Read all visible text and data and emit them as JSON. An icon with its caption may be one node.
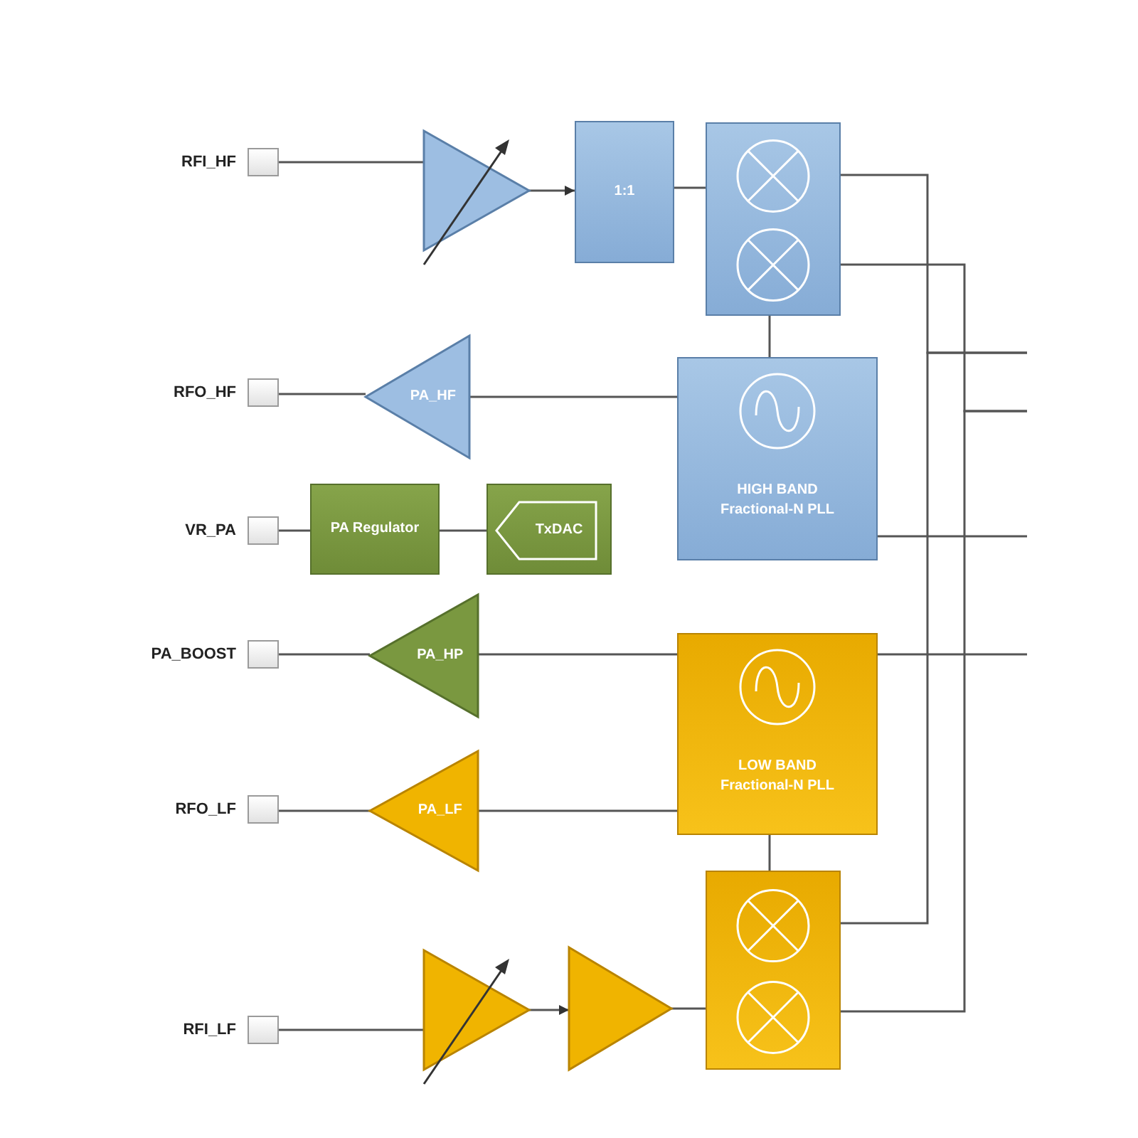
{
  "diagram": {
    "nodes": [
      {
        "text": [],
        "shape": "box",
        "beside": [
          "RFI_HF"
        ]
      },
      {
        "text": [],
        "shape": "triangle"
      },
      {
        "text": [
          "1:1"
        ]
      },
      {
        "text": [],
        "shape": "box"
      },
      {
        "text": [],
        "shape": "box",
        "beside": [
          "RFO_HF"
        ]
      },
      {
        "text": [
          "PA_HF"
        ]
      },
      {
        "text": [
          "HIGH BAND Fractional-N PLL"
        ]
      },
      {
        "text": [],
        "shape": "box",
        "beside": [
          "VR_PA"
        ]
      },
      {
        "text": [
          "PA Regulator"
        ]
      },
      {
        "text": [
          "TxDAC"
        ]
      },
      {
        "text": [],
        "shape": "box",
        "beside": [
          "PA_BOOST"
        ]
      },
      {
        "text": [
          "PA_HP"
        ]
      },
      {
        "text": [
          "LOW BAND Fractional-N PLL"
        ]
      },
      {
        "text": [],
        "shape": "box",
        "beside": [
          "RFO_LF"
        ]
      },
      {
        "text": [
          "PA_LF"
        ]
      },
      {
        "text": [],
        "shape": "box"
      },
      {
        "text": [],
        "shape": "box",
        "beside": [
          "RFI_LF"
        ]
      },
      {
        "text": [],
        "shape": "triangle"
      },
      {
        "text": [],
        "shape": "triangle"
      }
    ],
    "edges": [
      {
        "from": 0,
        "to": 1,
        "arrow": "none"
      },
      {
        "from": 1,
        "to": 2,
        "arrow": "to"
      },
      {
        "from": 2,
        "to": 3,
        "arrow": "none"
      },
      {
        "from": 3,
        "to": 6,
        "arrow": "none"
      },
      {
        "from": 6,
        "to": 5,
        "arrow": "none"
      },
      {
        "from": 5,
        "to": 4,
        "arrow": "none"
      },
      {
        "from": 7,
        "to": 8,
        "arrow": "none"
      },
      {
        "from": 8,
        "to": 9,
        "arrow": "none"
      },
      {
        "from": 12,
        "to": 11,
        "arrow": "none"
      },
      {
        "from": 11,
        "to": 10,
        "arrow": "none"
      },
      {
        "from": 12,
        "to": 14,
        "arrow": "none"
      },
      {
        "from": 14,
        "to": 13,
        "arrow": "none"
      },
      {
        "from": 12,
        "to": 15,
        "arrow": "none"
      },
      {
        "from": 16,
        "to": 17,
        "arrow": "none"
      },
      {
        "from": 17,
        "to": 18,
        "arrow": "to"
      },
      {
        "from": 18,
        "to": 15,
        "arrow": "none"
      },
      {
        "from": 3,
        "to": null,
        "arrow": "none"
      },
      {
        "from": 15,
        "to": null,
        "arrow": "none"
      },
      {
        "from": 3,
        "to": null,
        "arrow": "none"
      },
      {
        "from": 15,
        "to": null,
        "arrow": "none"
      },
      {
        "from": 6,
        "to": null,
        "arrow": "none"
      },
      {
        "from": 12,
        "to": null,
        "arrow": "none"
      }
    ]
  }
}
